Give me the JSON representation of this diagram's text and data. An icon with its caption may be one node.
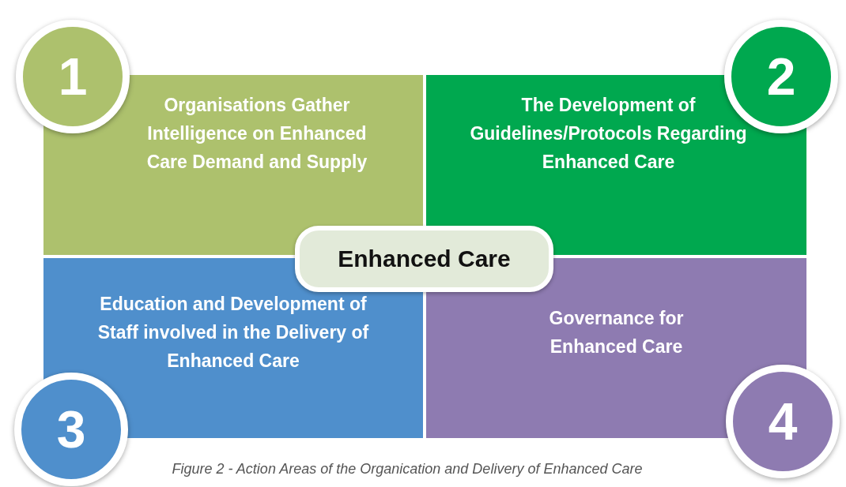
{
  "diagram": {
    "caption": "Figure 2 - Action Areas of the Organication and Delivery of Enhanced Care",
    "nodes": [
      {
        "text": [
          "1"
        ]
      },
      {
        "text": [
          "Organisations Gather Intelligence on Enhanced Care Demand and Supply"
        ]
      },
      {
        "text": [
          "2"
        ]
      },
      {
        "text": [
          "The Development of Guidelines/Protocols Regarding Enhanced Care"
        ]
      },
      {
        "text": [
          "Enhanced Care"
        ]
      },
      {
        "text": [
          "Education and Development of Staff involved in the Delivery of Enhanced Care"
        ]
      },
      {
        "text": [
          "3"
        ]
      },
      {
        "text": [
          "Governance for Enhanced Care"
        ]
      },
      {
        "text": [
          "4"
        ]
      }
    ]
  }
}
